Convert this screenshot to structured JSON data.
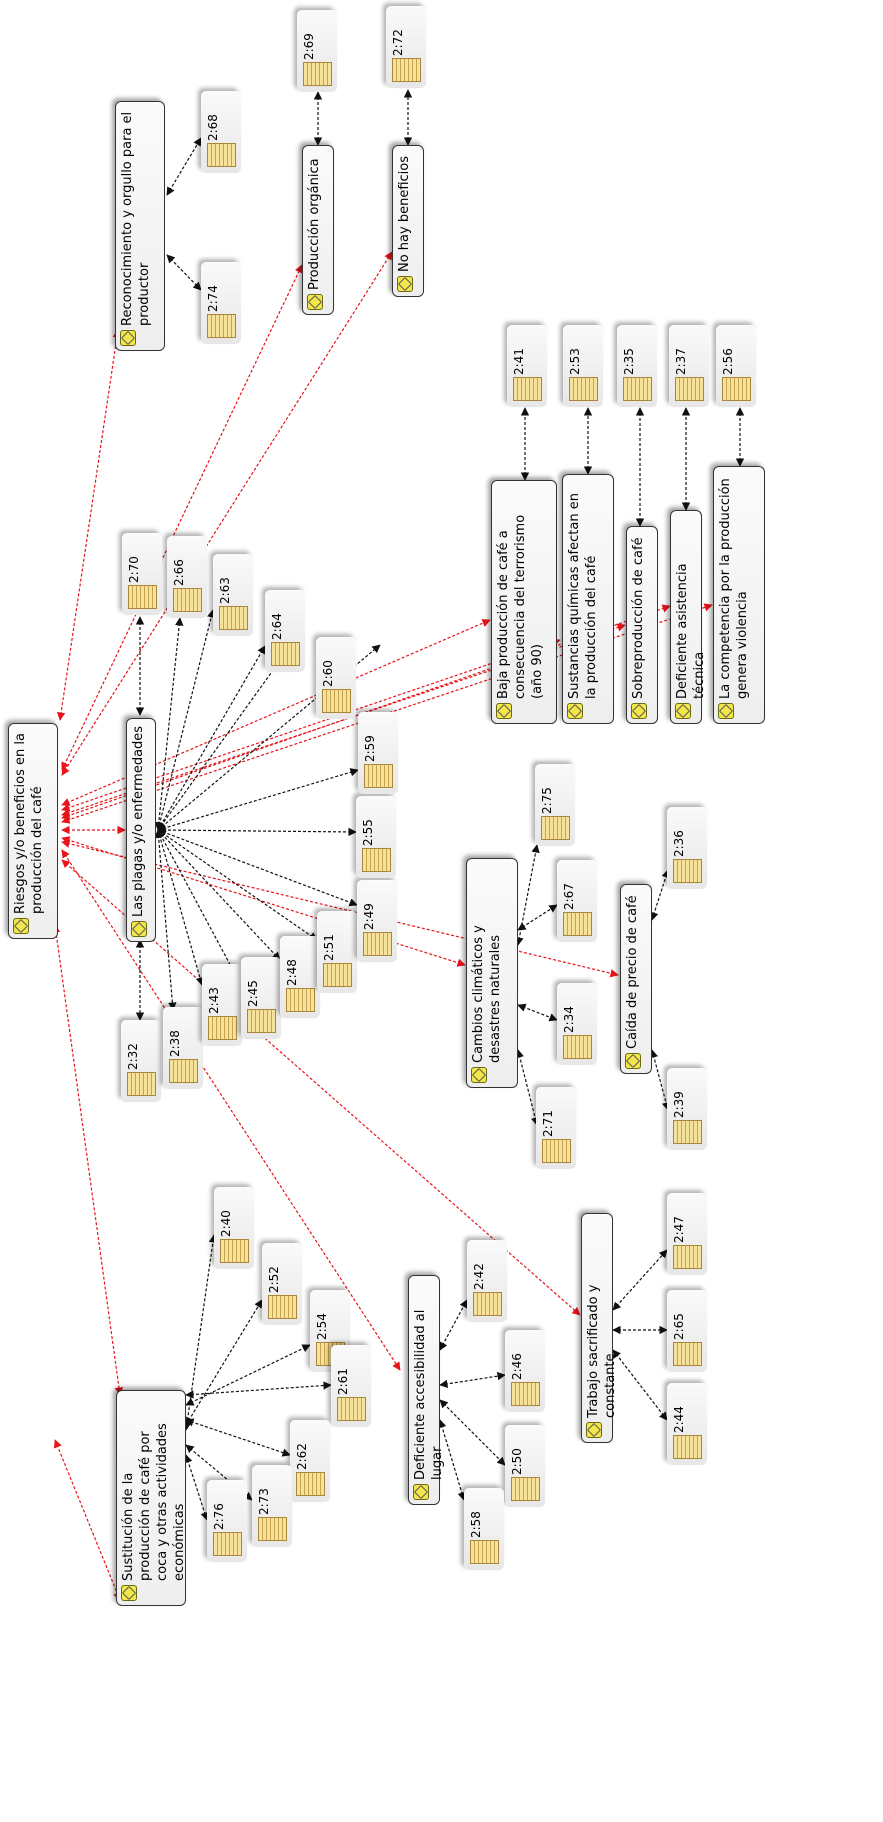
{
  "diagram": {
    "codes": [
      {
        "id": "riesgos",
        "label": "Riesgos y/o beneficios en la producción del café"
      },
      {
        "id": "plagas",
        "label": "Las plagas y/o enfermedades"
      },
      {
        "id": "sustitucion",
        "label": "Sustitución de la producción de café por coca y otras actividades económicas"
      },
      {
        "id": "reconocimiento",
        "label": "Reconocimiento y orgullo para el productor"
      },
      {
        "id": "organica",
        "label": "Producción orgánica"
      },
      {
        "id": "nohay",
        "label": "No hay beneficios"
      },
      {
        "id": "baja",
        "label": "Baja producción de café a consecuencia del terrorismo (año 90)"
      },
      {
        "id": "sustancias",
        "label": "Sustancias químicas afectan en la producción del café"
      },
      {
        "id": "sobreproduccion",
        "label": "Sobreproducción de café"
      },
      {
        "id": "deficiente_asistencia",
        "label": "Deficiente asistencia técnica"
      },
      {
        "id": "competencia",
        "label": "La competencia por la producción genera violencia"
      },
      {
        "id": "cambios",
        "label": "Cambios climáticos y desastres naturales"
      },
      {
        "id": "caida",
        "label": "Caída de precio de café"
      },
      {
        "id": "accesibilidad",
        "label": "Deficiente accesibilidad al lugar"
      },
      {
        "id": "trabajo",
        "label": "Trabajo sacrificado y constante"
      }
    ],
    "quotes": [
      "2:32",
      "2:38",
      "2:43",
      "2:45",
      "2:48",
      "2:51",
      "2:49",
      "2:55",
      "2:59",
      "2:60",
      "2:64",
      "2:63",
      "2:66",
      "2:70",
      "2:68",
      "2:74",
      "2:69",
      "2:72",
      "2:41",
      "2:53",
      "2:35",
      "2:37",
      "2:56",
      "2:75",
      "2:67",
      "2:34",
      "2:71",
      "2:36",
      "2:39",
      "2:40",
      "2:52",
      "2:54",
      "2:61",
      "2:62",
      "2:73",
      "2:76",
      "2:42",
      "2:46",
      "2:50",
      "2:58",
      "2:47",
      "2:65",
      "2:44"
    ],
    "colors": {
      "hierarchical_link": "#e8141a",
      "quote_link": "#111111",
      "code_icon": "#f3e64a"
    }
  }
}
